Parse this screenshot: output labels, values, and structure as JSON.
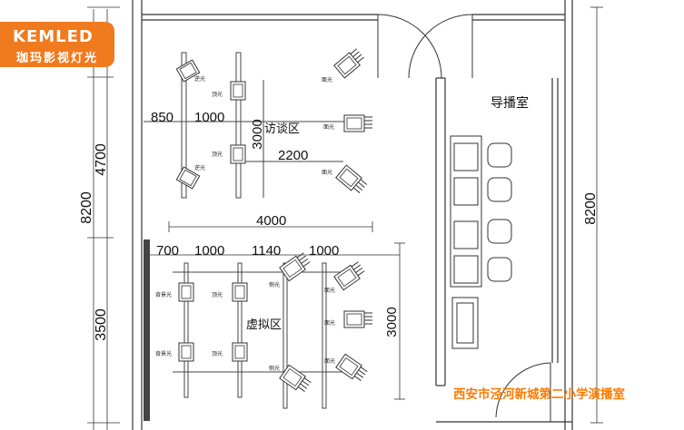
{
  "brand": {
    "name_en": "KEMLED",
    "name_cn": "珈玛影视灯光",
    "color": "#f07a1e"
  },
  "caption": {
    "text": "西安市泾河新城第二小学演播室",
    "color": "#ff7a00"
  },
  "rooms": {
    "interview_area": "访谈区",
    "virtual_area": "虚拟区",
    "control_room": "导播室"
  },
  "dimensions": {
    "left_upper": "4700",
    "left_total": "8200",
    "left_lower": "3500",
    "right_total": "8200",
    "interview_d850": "850",
    "interview_d1000": "1000",
    "interview_vertical": "3000",
    "interview_d2200": "2200",
    "virtual_width": "4000",
    "virtual_d700": "700",
    "virtual_d1000a": "1000",
    "virtual_d1140": "1140",
    "virtual_d1000b": "1000",
    "virtual_vertical": "3000"
  },
  "light_labels": {
    "back_light": "逆光",
    "top_light": "顶光",
    "face_light": "面光",
    "side_light": "侧光",
    "background_light": "背景光"
  }
}
